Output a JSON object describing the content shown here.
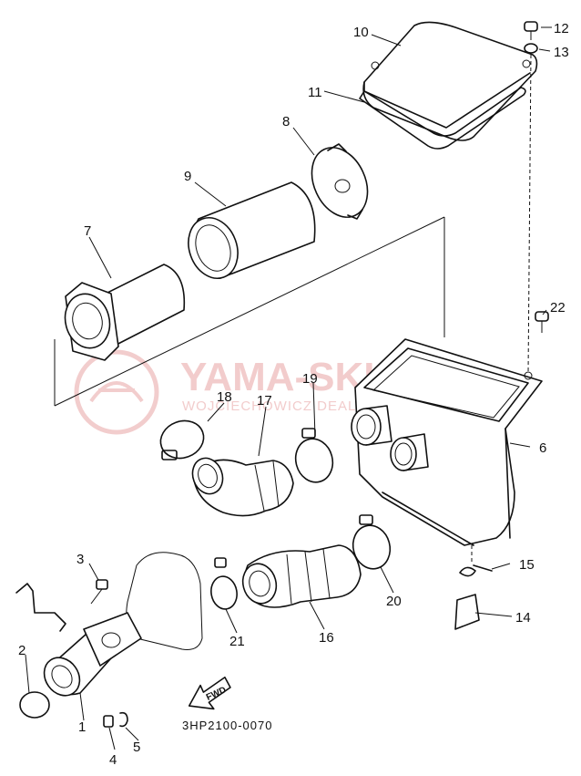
{
  "diagram": {
    "drawing_code": "3HP2100-0070",
    "fwd_label": "FWD",
    "watermark": {
      "main": "YAMA-SKLEP.PL",
      "sub": "WOJCIECHOWICZ DEALER YAMAHA"
    },
    "callouts": [
      "1",
      "2",
      "3",
      "4",
      "5",
      "6",
      "7",
      "8",
      "9",
      "10",
      "11",
      "12",
      "13",
      "14",
      "15",
      "16",
      "17",
      "18",
      "19",
      "20",
      "21",
      "22"
    ]
  }
}
